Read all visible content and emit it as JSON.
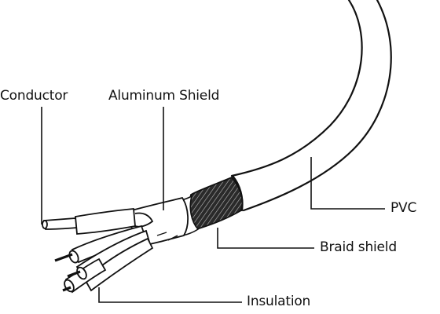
{
  "labels": {
    "conductor": "Conductor",
    "aluminum_shield": "Aluminum Shield",
    "pvc": "PVC",
    "braid_shield": "Braid shield",
    "insulation": "Insulation"
  }
}
